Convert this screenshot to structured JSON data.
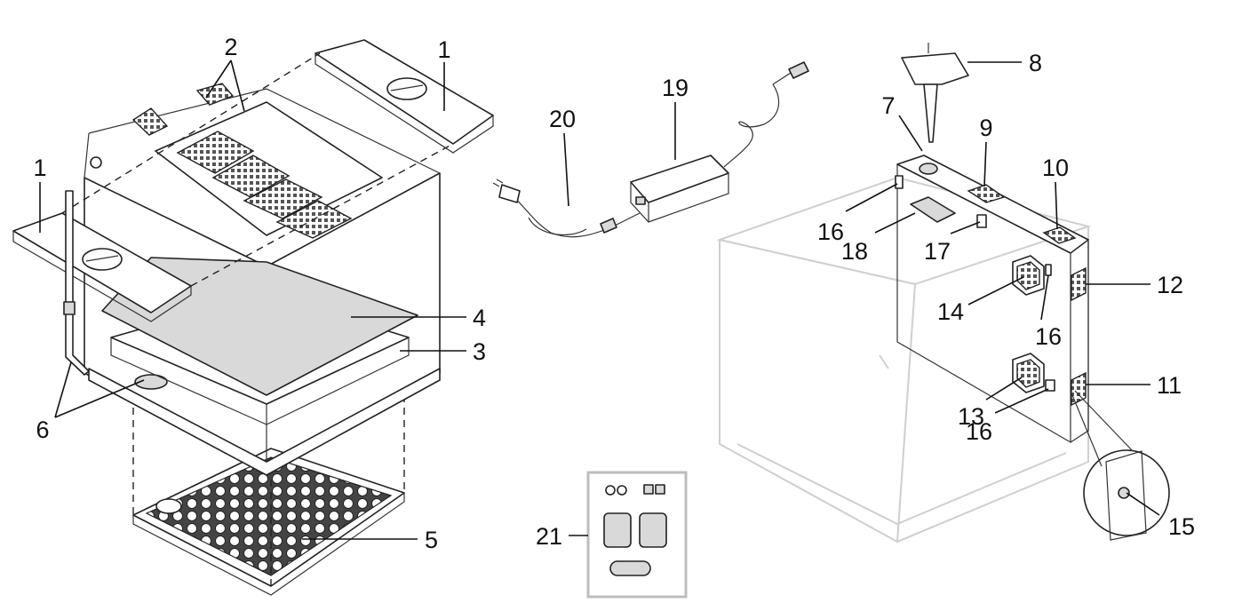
{
  "callouts": [
    {
      "id": "c1a",
      "text": "1"
    },
    {
      "id": "c1b",
      "text": "1"
    },
    {
      "id": "c2",
      "text": "2"
    },
    {
      "id": "c3",
      "text": "3"
    },
    {
      "id": "c4",
      "text": "4"
    },
    {
      "id": "c5",
      "text": "5"
    },
    {
      "id": "c6",
      "text": "6"
    },
    {
      "id": "c7",
      "text": "7"
    },
    {
      "id": "c8",
      "text": "8"
    },
    {
      "id": "c9",
      "text": "9"
    },
    {
      "id": "c10",
      "text": "10"
    },
    {
      "id": "c11",
      "text": "11"
    },
    {
      "id": "c12",
      "text": "12"
    },
    {
      "id": "c13",
      "text": "13"
    },
    {
      "id": "c14",
      "text": "14"
    },
    {
      "id": "c15",
      "text": "15"
    },
    {
      "id": "c16a",
      "text": "16"
    },
    {
      "id": "c16b",
      "text": "16"
    },
    {
      "id": "c16c",
      "text": "16"
    },
    {
      "id": "c17",
      "text": "17"
    },
    {
      "id": "c18",
      "text": "18"
    },
    {
      "id": "c19",
      "text": "19"
    },
    {
      "id": "c20",
      "text": "20"
    },
    {
      "id": "c21",
      "text": "21"
    }
  ]
}
